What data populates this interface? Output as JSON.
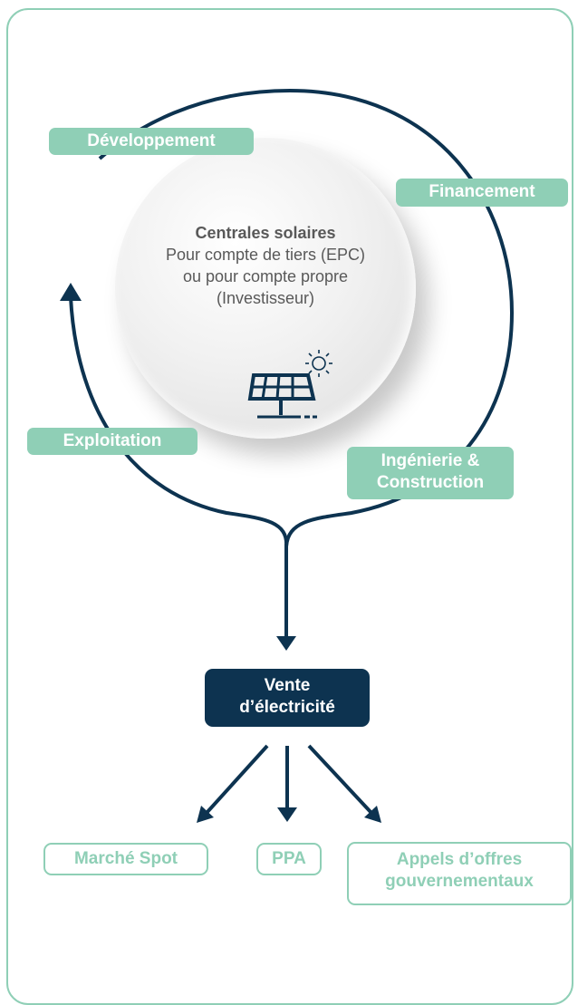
{
  "center": {
    "title": "Centrales solaires",
    "line1": "Pour compte de tiers (EPC)",
    "line2": "ou pour compte propre",
    "line3": "(Investisseur)",
    "icon": "solar-panel-icon"
  },
  "cycle": {
    "development": "Développement",
    "financing": "Financement",
    "engineering_line1": "Ingénierie &",
    "engineering_line2": "Construction",
    "operation": "Exploitation"
  },
  "sale": {
    "line1": "Vente",
    "line2": "d’électricité"
  },
  "outlets": {
    "spot": "Marché Spot",
    "ppa": "PPA",
    "tenders_line1": "Appels d’offres",
    "tenders_line2": "gouvernementaux"
  },
  "colors": {
    "accent": "#8fcfb6",
    "navy": "#0d3350",
    "text_grey": "#595959"
  }
}
